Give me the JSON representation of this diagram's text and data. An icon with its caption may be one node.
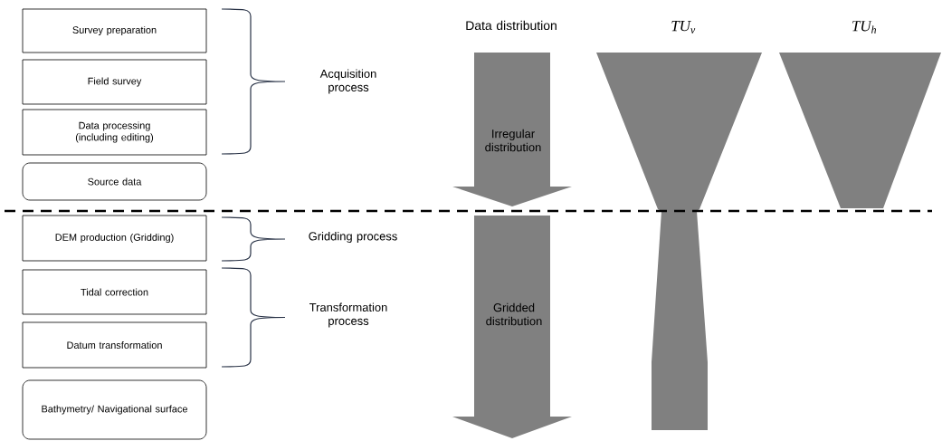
{
  "diagram": {
    "nodes": [
      {
        "text": [
          "Survey preparation"
        ]
      },
      {
        "text": [
          "Field survey"
        ]
      },
      {
        "text": [
          "Data processing (including editing)"
        ]
      },
      {
        "text": [
          "Source data"
        ]
      },
      {
        "text": [
          "DEM production (Gridding)"
        ]
      },
      {
        "text": [
          "Tidal correction"
        ]
      },
      {
        "text": [
          "Datum transformation"
        ]
      },
      {
        "text": [
          "Bathymetry/ Navigational surface"
        ]
      },
      {
        "text": [
          "Irregular distribution"
        ]
      },
      {
        "text": [
          "Gridded distribution"
        ]
      }
    ],
    "labels": [
      "Acquisition process",
      "Data distribution",
      "TU$_{v}$",
      "TU$_{h}$",
      "Gridding process",
      "Transformation process"
    ]
  }
}
